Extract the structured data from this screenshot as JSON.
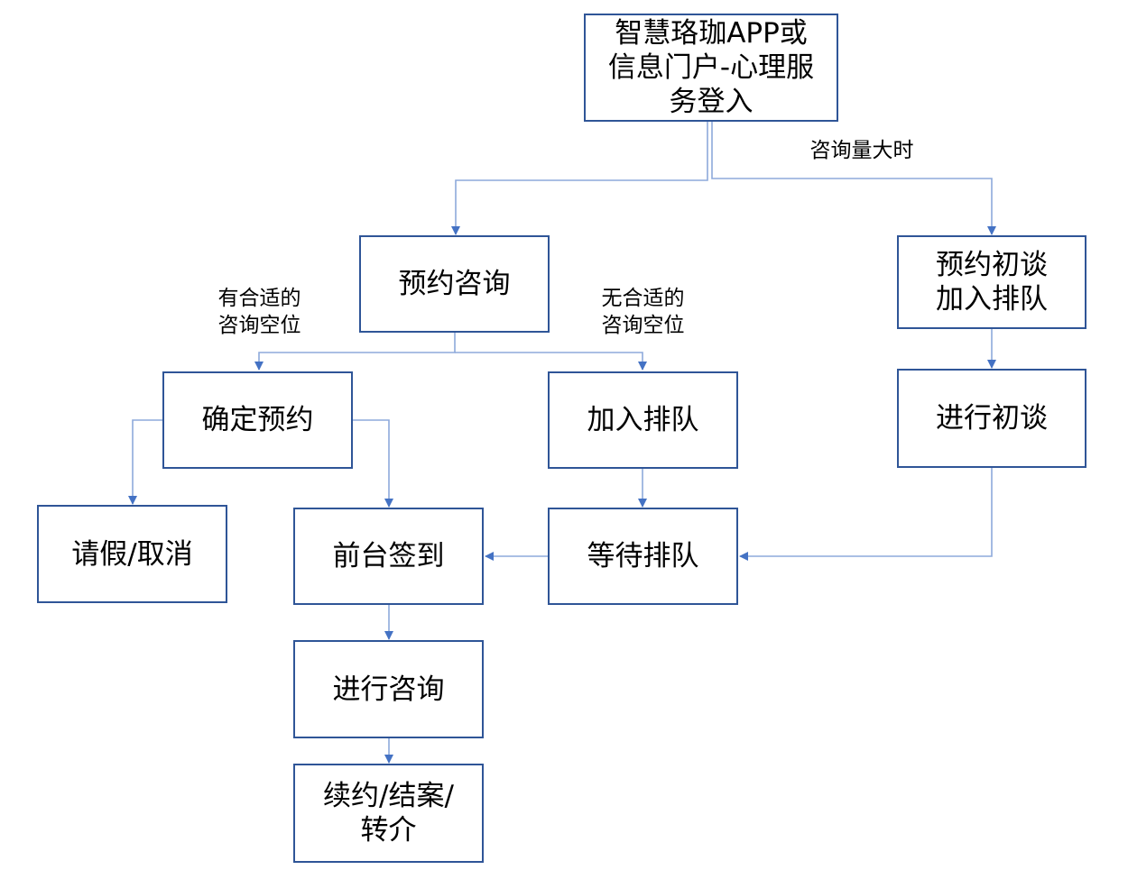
{
  "colors": {
    "box_border": "#2f5597",
    "connector": "#4472c4",
    "text": "#000000",
    "background": "#ffffff"
  },
  "nodes": {
    "login": "智慧珞珈APP或\n信息门户-心理服\n务登入",
    "book_consult": "预约咨询",
    "intake_queue": "预约初谈\n加入排队",
    "confirm_booking": "确定预约",
    "join_queue": "加入排队",
    "intake_session": "进行初谈",
    "leave_cancel": "请假/取消",
    "front_desk_checkin": "前台签到",
    "wait_queue": "等待排队",
    "conduct_consult": "进行咨询",
    "renew_close_refer": "续约/结案/\n转介"
  },
  "edge_labels": {
    "high_volume": "咨询量大时",
    "slot_available": "有合适的\n咨询空位",
    "no_slot": "无合适的\n咨询空位"
  },
  "edges": [
    {
      "from": "login",
      "to": "book_consult"
    },
    {
      "from": "login",
      "to": "intake_queue",
      "label": "high_volume"
    },
    {
      "from": "book_consult",
      "to": "confirm_booking",
      "label": "slot_available"
    },
    {
      "from": "book_consult",
      "to": "join_queue",
      "label": "no_slot"
    },
    {
      "from": "intake_queue",
      "to": "intake_session"
    },
    {
      "from": "confirm_booking",
      "to": "leave_cancel"
    },
    {
      "from": "confirm_booking",
      "to": "front_desk_checkin"
    },
    {
      "from": "join_queue",
      "to": "wait_queue"
    },
    {
      "from": "intake_session",
      "to": "wait_queue"
    },
    {
      "from": "wait_queue",
      "to": "front_desk_checkin"
    },
    {
      "from": "front_desk_checkin",
      "to": "conduct_consult"
    },
    {
      "from": "conduct_consult",
      "to": "renew_close_refer"
    }
  ]
}
